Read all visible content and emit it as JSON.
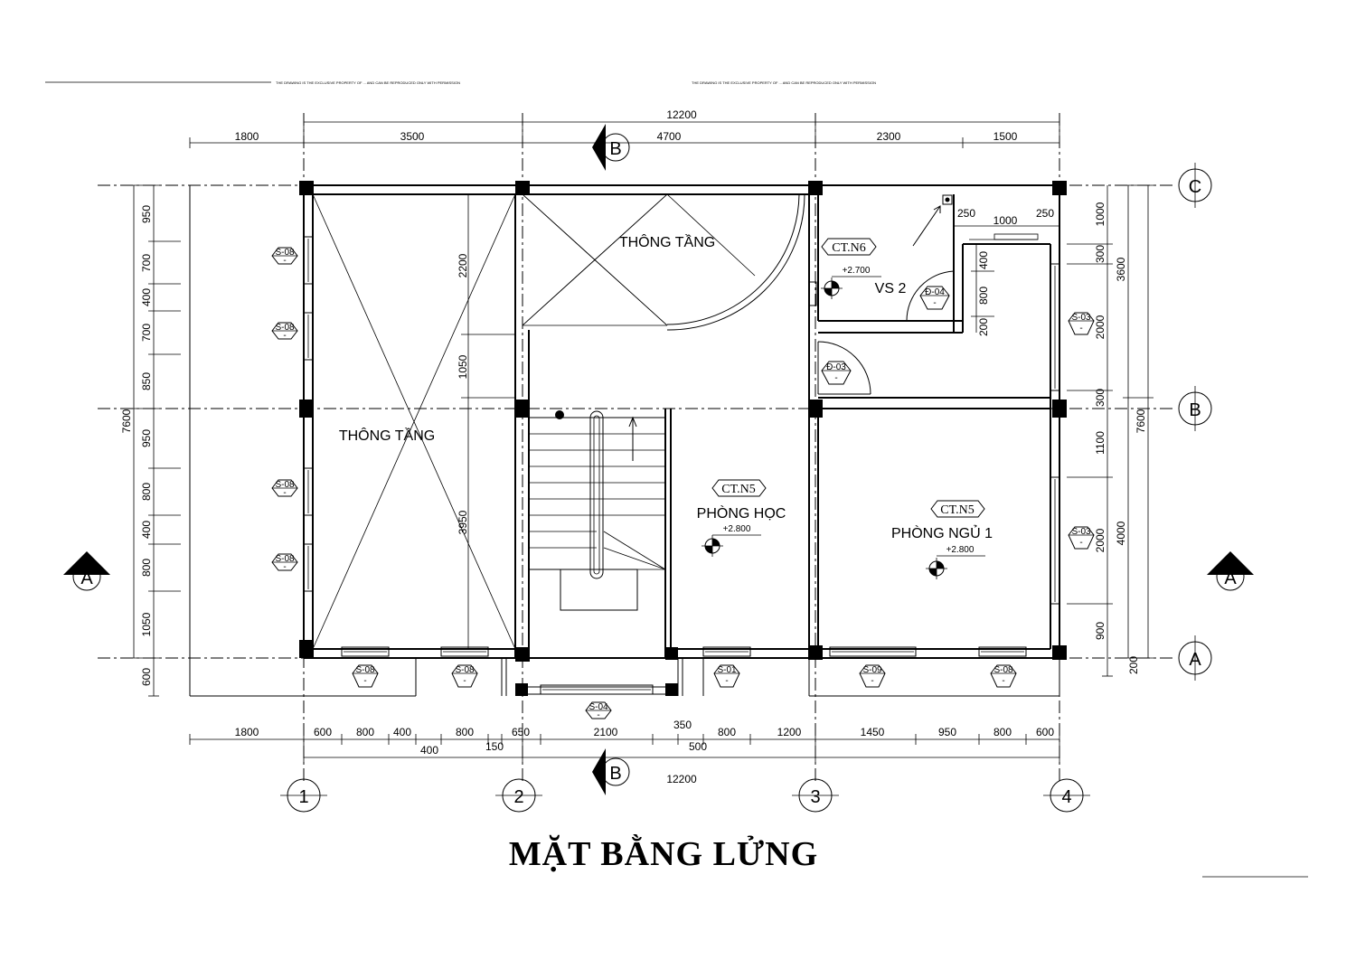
{
  "title": "MẶT BẰNG LỬNG",
  "note_text": "THE DRAWING IS THE EXCLUSIVE PROPERTY OF ... AND CAN BE REPRODUCED ONLY WITH PERMISSION",
  "grid_labels": {
    "n1": "1",
    "n2": "2",
    "n3": "3",
    "n4": "4",
    "A": "A",
    "B": "B",
    "C": "C"
  },
  "section_labels": {
    "A": "A",
    "B": "B"
  },
  "rooms": {
    "void_left": "THÔNG TẦNG",
    "void_top": "THÔNG TẦNG",
    "study": "PHÒNG HỌC",
    "bedroom": "PHÒNG NGỦ 1",
    "wc": "VS 2"
  },
  "finish_tags": {
    "study": "CT.N5",
    "bedroom": "CT.N5",
    "wc": "CT.N6"
  },
  "levels": {
    "study": "+2.800",
    "bedroom": "+2.800",
    "wc": "+2.700"
  },
  "doors": {
    "d03": "Đ-03",
    "d04": "Đ-04",
    "dash": "-"
  },
  "windows": {
    "s08": "S-08",
    "s03": "S-03",
    "s01": "S-01",
    "s09": "S-09",
    "s04": "S-04"
  },
  "dims": {
    "top_total": "12200",
    "top": [
      "1800",
      "3500",
      "4700",
      "2300",
      "1500"
    ],
    "bottom_total": "12200",
    "bottom_a": [
      "1800",
      "600",
      "800",
      "400",
      "800",
      "650",
      "2100",
      "350",
      "800",
      "1200",
      "1450",
      "950",
      "800",
      "600"
    ],
    "bottom_b": [
      "400",
      "150",
      "500"
    ],
    "left_total": "7600",
    "left": [
      "950",
      "700",
      "400",
      "700",
      "850",
      "950",
      "800",
      "400",
      "800",
      "1050",
      "600"
    ],
    "right_total": "7600",
    "right_a": [
      "3600",
      "4000"
    ],
    "right_b": [
      "1000",
      "300",
      "2000",
      "300",
      "1100",
      "2000",
      "900",
      "200"
    ],
    "inner": [
      "2200",
      "1050",
      "3950"
    ],
    "wc": [
      "250",
      "1000",
      "250",
      "400",
      "800",
      "200"
    ]
  }
}
